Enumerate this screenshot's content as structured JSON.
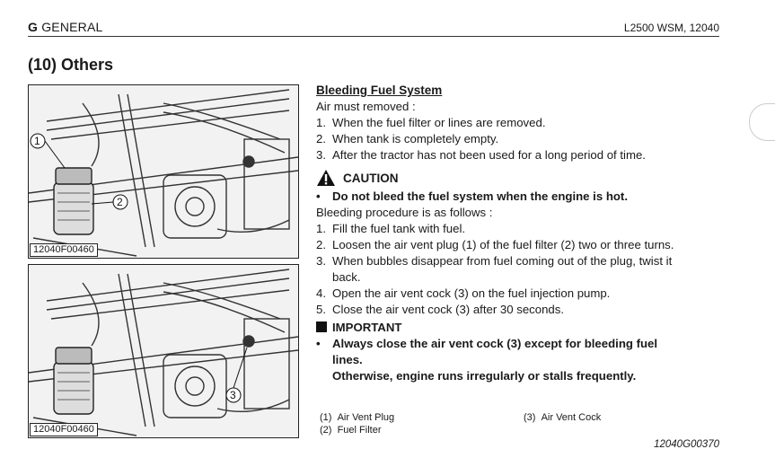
{
  "header": {
    "section_letter": "G",
    "section_name": "GENERAL",
    "doc_ref": "L2500 WSM, 12040"
  },
  "section_title": "(10) Others",
  "figures": [
    {
      "code": "12040F00460",
      "callouts": [
        "1",
        "2"
      ]
    },
    {
      "code": "12040F00460",
      "callouts": [
        "3"
      ]
    }
  ],
  "content": {
    "title": "Bleeding Fuel System",
    "intro": "Air must removed :",
    "conditions": [
      {
        "n": "1.",
        "text": "When the fuel filter or lines are removed."
      },
      {
        "n": "2.",
        "text": "When tank is completely empty."
      },
      {
        "n": "3.",
        "text": "After the tractor has not been used for a long period of time."
      }
    ],
    "caution_label": "CAUTION",
    "caution_text": "Do not bleed the fuel system when the engine is hot.",
    "procedure_intro": "Bleeding procedure is as follows :",
    "steps": [
      {
        "n": "1.",
        "text": "Fill the fuel tank with fuel."
      },
      {
        "n": "2.",
        "text": "Loosen the air vent plug (1) of the fuel filter (2) two or three turns."
      },
      {
        "n": "3.",
        "text": "When bubbles disappear from fuel coming out of the plug, twist it",
        "cont": "back."
      },
      {
        "n": "4.",
        "text": "Open the air vent cock (3) on the fuel injection pump."
      },
      {
        "n": "5.",
        "text": "Close the air vent cock (3) after 30 seconds."
      }
    ],
    "important_label": "IMPORTANT",
    "important_text_1": "Always close the air vent cock (3) except for bleeding fuel",
    "important_text_2": "lines.",
    "important_text_3": "Otherwise, engine runs irregularly or stalls frequently."
  },
  "legend": [
    {
      "n": "(1)",
      "text": "Air Vent Plug"
    },
    {
      "n": "(2)",
      "text": "Fuel Filter"
    },
    {
      "n": "(3)",
      "text": "Air Vent Cock"
    }
  ],
  "doc_code": "12040G00370"
}
